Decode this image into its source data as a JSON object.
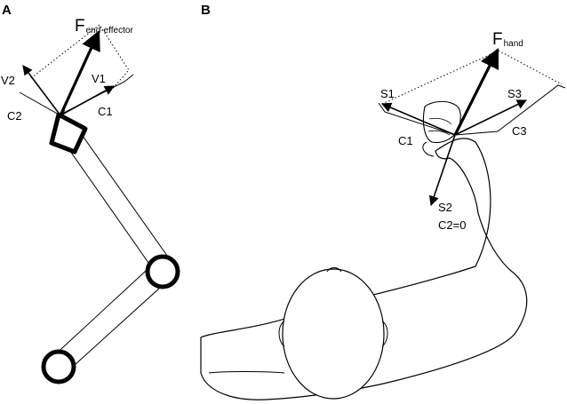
{
  "panels": {
    "a": "A",
    "b": "B"
  },
  "robot": {
    "force_main": "F",
    "force_sub": "end-effector",
    "v1": "V1",
    "v2": "V2",
    "c1": "C1",
    "c2": "C2"
  },
  "human": {
    "force_main": "F",
    "force_sub": "hand",
    "s1": "S1",
    "s2": "S2",
    "s3": "S3",
    "c1": "C1",
    "c2_eq": "C2=0",
    "c3": "C3"
  }
}
